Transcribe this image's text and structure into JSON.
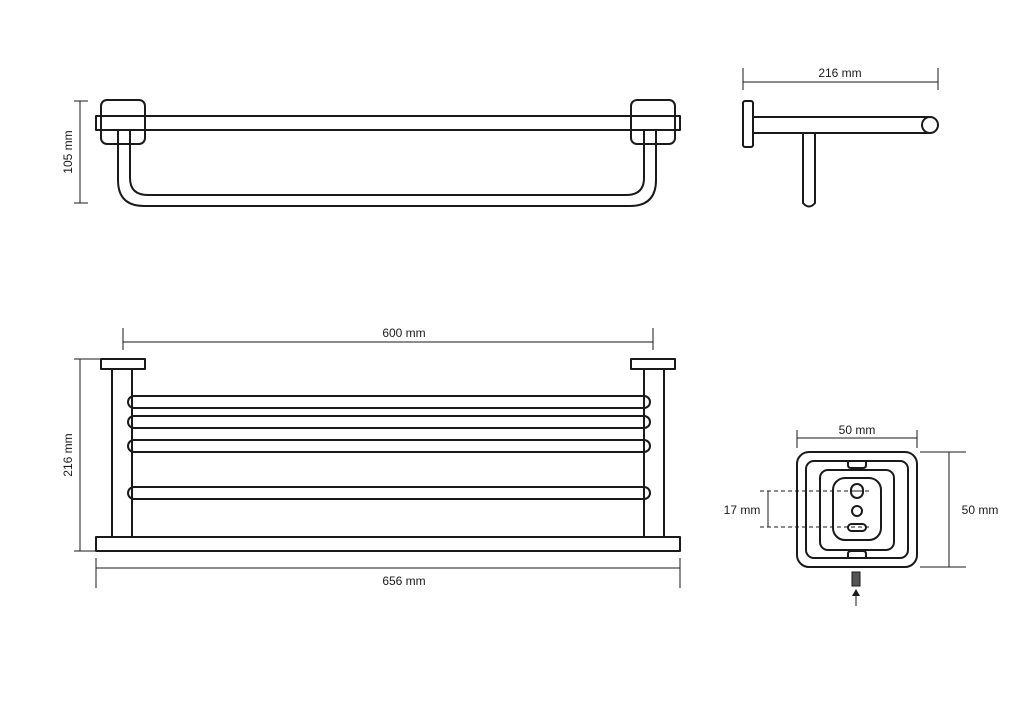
{
  "dimensions": {
    "height_top": "105 mm",
    "depth_top": "216 mm",
    "inner_width": "600 mm",
    "height_front": "216 mm",
    "overall_width": "656 mm",
    "plate_width": "50 mm",
    "plate_height": "50 mm",
    "hole_spacing": "17 mm"
  }
}
